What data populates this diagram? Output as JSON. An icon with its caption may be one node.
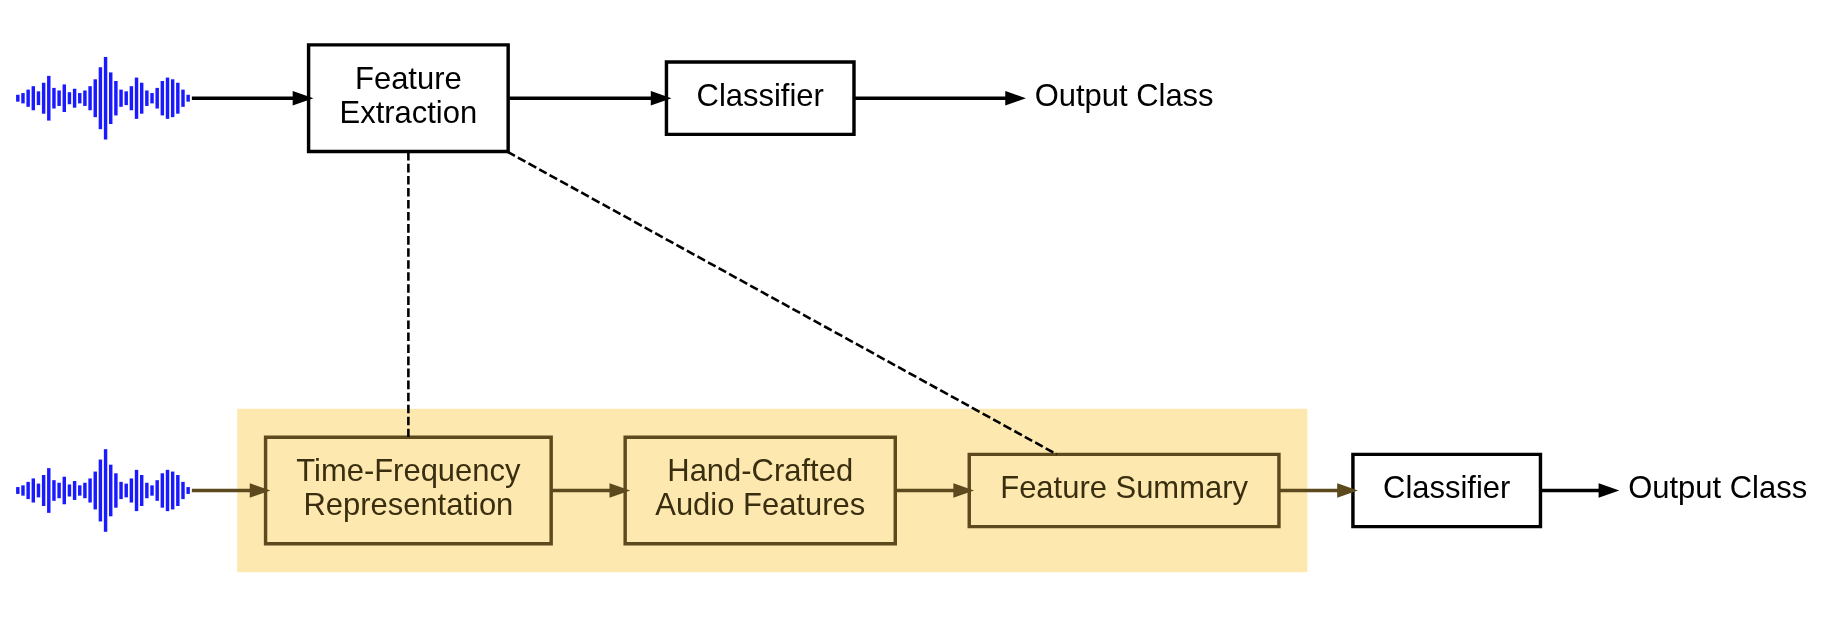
{
  "diagram": {
    "nodes": [
      {
        "text": [],
        "shape": "picture"
      },
      {
        "text": [
          "Feature Extraction"
        ]
      },
      {
        "text": [
          "Classifier"
        ]
      },
      {
        "text": [
          "Output Class"
        ]
      },
      {
        "text": [],
        "shape": "picture"
      },
      {
        "text": [],
        "shape": "box"
      },
      {
        "text": [
          "Time-Frequency Representation"
        ],
        "in": 5
      },
      {
        "text": [
          "Hand-Crafted Audio Features"
        ],
        "in": 5
      },
      {
        "text": [
          "Feature Summary"
        ],
        "in": 5
      },
      {
        "text": [
          "Classifier"
        ]
      },
      {
        "text": [
          "Output Class"
        ]
      }
    ],
    "edges": [
      {
        "from": 0,
        "to": 1,
        "arrow": "to"
      },
      {
        "from": 1,
        "to": 2,
        "arrow": "to"
      },
      {
        "from": 2,
        "to": 3,
        "arrow": "to"
      },
      {
        "from": 1,
        "to": 6,
        "arrow": "none",
        "style": "dashed"
      },
      {
        "from": 1,
        "to": 8,
        "arrow": "none",
        "style": "dashed"
      },
      {
        "from": 4,
        "to": 6,
        "arrow": "to",
        "color": "#5c4a1e"
      },
      {
        "from": 6,
        "to": 7,
        "arrow": "to",
        "color": "#5c4a1e"
      },
      {
        "from": 7,
        "to": 8,
        "arrow": "to",
        "color": "#5c4a1e"
      },
      {
        "from": 8,
        "to": 9,
        "arrow": "to",
        "color": "#5c4a1e"
      },
      {
        "from": 9,
        "to": 10,
        "arrow": "to"
      }
    ]
  }
}
